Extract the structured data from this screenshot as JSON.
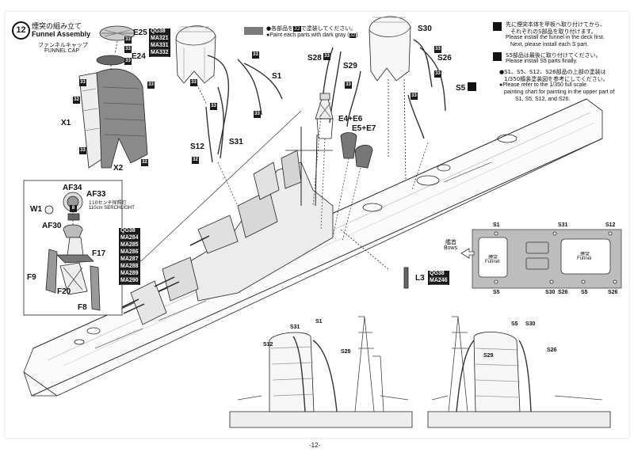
{
  "step": {
    "number": "12",
    "title_jp": "煙突の組み立て",
    "title_en": "Funnel Assembly"
  },
  "funnel_cap": {
    "jp": "ファンネルキャップ",
    "en": "FUNNEL CAP"
  },
  "paint_note": {
    "jp": "●各部品を",
    "jp_badge": "32",
    "jp_tail": "で塗装してください。",
    "en": "●Paint each parts with dark gray (",
    "en_badge": "32",
    "en_tail": ")",
    "swatch_color": "#7a7a7a"
  },
  "instructions": [
    {
      "jp1": "先に煙突本体を甲板へ取り付けてから、",
      "jp2": "それぞれのS部品を取り付けます。",
      "en1": "Please install the funnel in the deck first.",
      "en2": "Next, please install each S part."
    },
    {
      "jp1": "S5部品は最後に取り付けてください。",
      "en1": "Please install S5 parts finally."
    },
    {
      "jp1": "●S1、S5、S12、S26部品の上部の塗装は",
      "jp2": "1/350艤装塗装図を参考にしてください。",
      "en1": "●Please refer to the 1/350 full scale",
      "en2": "painting chart for painting in the upper part of",
      "en3": "S1, S5, S12, and S26."
    }
  ],
  "badges": {
    "b33": "33",
    "b32": "32",
    "b8": "8"
  },
  "parts": {
    "E25": "E25",
    "E24": "E24",
    "X1": "X1",
    "X2": "X2",
    "S1": "S1",
    "S12": "S12",
    "S31": "S31",
    "S28": "S28",
    "S29": "S29",
    "S30": "S30",
    "S26": "S26",
    "S5": "S5",
    "E4E6": "E4+E6",
    "E5E7": "E5+E7",
    "AF34": "AF34",
    "AF33": "AF33",
    "AF30": "AF30",
    "W1": "W1",
    "F17": "F17",
    "F9": "F9",
    "F20": "F20",
    "F8": "F8",
    "L3": "L3"
  },
  "codes": {
    "e25": [
      "QG38",
      "MA321",
      "MA331",
      "MA332"
    ],
    "f": [
      "QG38",
      "MA284",
      "MA285",
      "MA286",
      "MA287",
      "MA288",
      "MA289",
      "MA290"
    ],
    "l3": [
      "QG38",
      "MA246"
    ]
  },
  "searchlight": {
    "jp": "110センチ探照灯",
    "en": "110cm SERCHLIGHT"
  },
  "bows": {
    "jp": "艦首",
    "en": "Bows"
  },
  "funnel_label": {
    "jp": "煙突",
    "en": "Funnel"
  },
  "page_number": "-12-"
}
